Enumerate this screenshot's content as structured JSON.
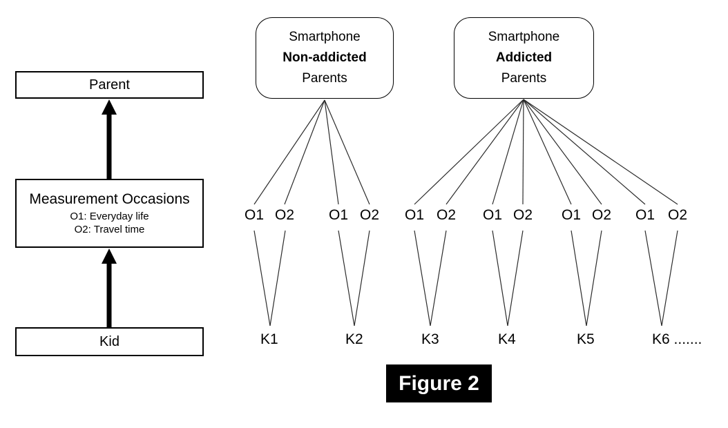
{
  "caption": {
    "text": "Figure 2"
  },
  "left_panel": {
    "parent_label": "Parent",
    "measurement": {
      "title": "Measurement Occasions",
      "occasion1": "O1: Everyday life",
      "occasion2": "O2: Travel time"
    },
    "kid_label": "Kid"
  },
  "parent_groups": [
    {
      "line1": "Smartphone",
      "line2": "Non-addicted",
      "line3": "Parents"
    },
    {
      "line1": "Smartphone",
      "line2": "Addicted",
      "line3": "Parents"
    }
  ],
  "occasion_labels": [
    "O1",
    "O2",
    "O1",
    "O2",
    "O1",
    "O2",
    "O1",
    "O2",
    "O1",
    "O2",
    "O1",
    "O2"
  ],
  "kid_labels": [
    "K1",
    "K2",
    "K3",
    "K4",
    "K5",
    "K6 ......."
  ],
  "colors": {
    "line": "#2b2b2b",
    "border": "#000000",
    "text": "#000000",
    "caption_bg": "#000000",
    "caption_fg": "#ffffff",
    "background": "#ffffff"
  }
}
